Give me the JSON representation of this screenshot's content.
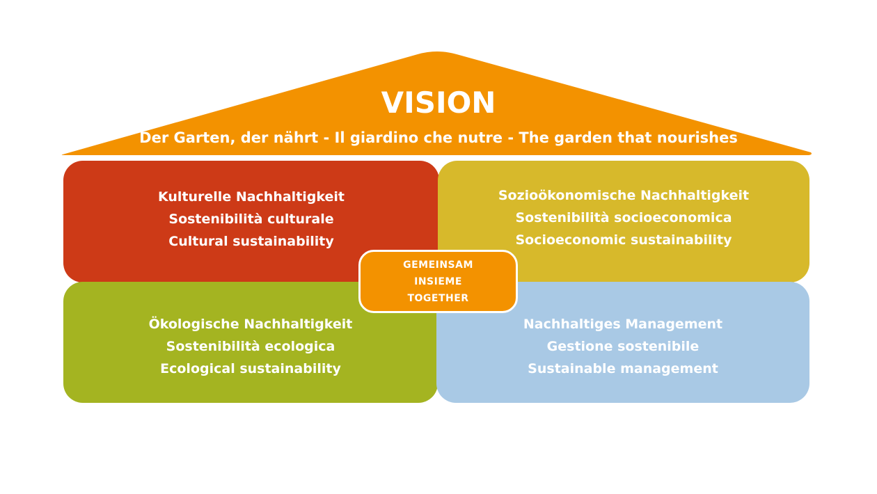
{
  "colors": {
    "roof": "#F39200",
    "cultural": "#CD3A17",
    "socioeconomic": "#D7B92B",
    "ecological": "#A4B421",
    "management": "#A9C9E5",
    "center": "#F39200"
  },
  "roof": {
    "title": "VISION",
    "subtitle": "Der Garten, der nährt - Il giardino che nutre - The garden that nourishes"
  },
  "pillars": {
    "cultural": {
      "de": "Kulturelle Nachhaltigkeit",
      "it": "Sostenibilità culturale",
      "en": "Cultural sustainability"
    },
    "socioeconomic": {
      "de": "Sozioökonomische Nachhaltigkeit",
      "it": "Sostenibilità socioeconomica",
      "en": "Socioeconomic sustainability"
    },
    "ecological": {
      "de": "Ökologische Nachhaltigkeit",
      "it": "Sostenibilità ecologica",
      "en": "Ecological sustainability"
    },
    "management": {
      "de": "Nachhaltiges Management",
      "it": "Gestione sostenibile",
      "en": "Sustainable management"
    }
  },
  "center": {
    "de": "GEMEINSAM",
    "it": "INSIEME",
    "en": "TOGETHER"
  }
}
